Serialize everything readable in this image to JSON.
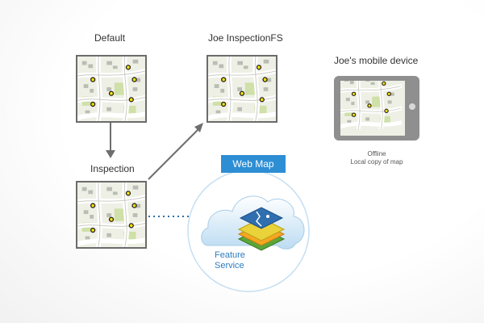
{
  "labels": {
    "default": "Default",
    "joe_inspection_fs": "Joe InspectionFS",
    "mobile_device": "Joe's mobile device",
    "inspection": "Inspection",
    "offline_line1": "Offline",
    "offline_line2": "Local copy of map",
    "web_map": "Web Map",
    "feature_line1": "Feature",
    "feature_line2": "Service"
  },
  "colors": {
    "map_border": "#6b6b6b",
    "road": "#ffffff",
    "park": "#cfe0a8",
    "building": "#b9bdb4",
    "point_fill": "#ffe300",
    "arrow": "#6e6e6e",
    "accent_blue": "#2d8ed4",
    "cloud": "#cfe6f5",
    "cloud_ring": "#c5dff2",
    "feature_text": "#2d7cc0"
  },
  "icons": {
    "map": "street-map-icon",
    "tablet": "tablet-device-icon",
    "cloud": "cloud-icon",
    "layers": "layer-stack-icon"
  }
}
